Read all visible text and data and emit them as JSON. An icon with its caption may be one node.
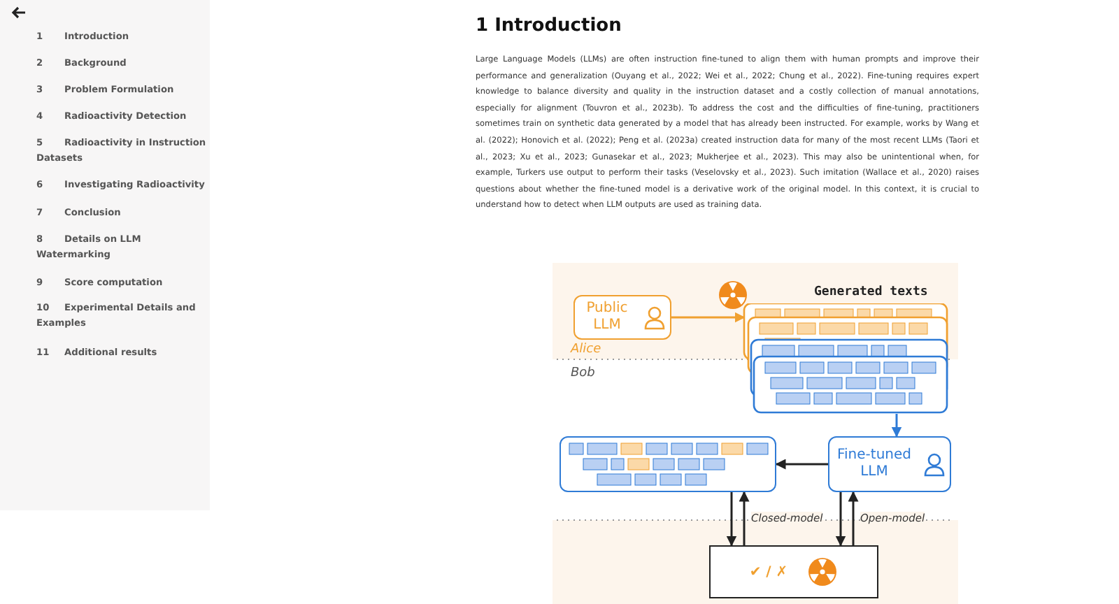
{
  "diagram": {
    "title": "1 Introduction",
    "nodes": [
      {
        "text": [
          "Public LLM"
        ]
      },
      {
        "text": [
          "Generated texts"
        ]
      },
      {
        "text": [
          "Fine-tuned LLM"
        ]
      },
      {
        "text": [],
        "shape": "box"
      },
      {
        "text": [
          "✔ / ✗"
        ]
      }
    ],
    "edges": [
      {
        "from": 0,
        "to": 1,
        "arrow": "to",
        "color": "#f0a030"
      },
      {
        "from": 1,
        "to": 2,
        "arrow": "to",
        "color": "#2f7bd6"
      },
      {
        "from": 2,
        "to": 3,
        "arrow": "to"
      },
      {
        "from": 3,
        "to": 4,
        "arrow": "to"
      },
      {
        "from": 4,
        "to": 3,
        "arrow": "to",
        "label": "Closed-model"
      },
      {
        "from": 2,
        "to": 4,
        "arrow": "to"
      },
      {
        "from": 4,
        "to": 2,
        "arrow": "to",
        "label": "Open-model"
      }
    ],
    "labels": [
      "1",
      "Introduction",
      "2",
      "Background",
      "3",
      "Problem Formulation",
      "4",
      "Radioactivity Detection",
      "5",
      "Radioactivity in Instruction Datasets",
      "6",
      "Investigating Radioactivity",
      "7",
      "Conclusion",
      "8",
      "Details on LLM Watermarking",
      "9",
      "Score computation",
      "10",
      "Experimental Details and Examples",
      "11",
      "Additional results",
      "Large Language Models (LLMs) are often instruction fine-tuned to align them with human prompts and improve their performance and generalization (Ouyang et al., 2022; Wei et al., 2022; Chung et al., 2022). Fine-tuning requires expert knowledge to balance diversity and quality in the instruction dataset and a costly collection of manual annotations, especially for alignment (Touvron et al., 2023b). To address the cost and the difficulties of fine-tuning, practitioners sometimes train on synthetic data generated by a model that has already been instructed. For example, works by Wang et al. (2022); Honovich et al. (2022); Peng et al. (2023a) created instruction data for many of the most recent LLMs (Taori et al., 2023; Xu et al., 2023; Gunasekar et al., 2023; Mukherjee et al., 2023). This may also be unintentional when, for example, Turkers use output to perform their tasks (Veselovsky et al., 2023). Such imitation (Wallace et al., 2020) raises questions about whether the fine-tuned model is a derivative work of the original model. In this context, it is crucial to understand how to detect when LLM outputs are used as training data.",
      "Alice",
      "Bob"
    ]
  }
}
